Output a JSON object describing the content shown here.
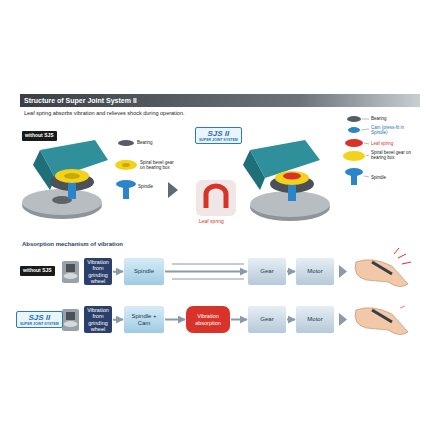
{
  "diagram": {
    "title": "Structure of Super Joint System II",
    "nodes": [
      {
        "text": [
          "without SJS"
        ]
      },
      {
        "text": [
          "SJS II",
          "SUPER JOINT SYSTEM"
        ]
      },
      {
        "text": [
          "without SJS"
        ]
      },
      {
        "text": [
          "Vibration from grinding wheel"
        ]
      },
      {
        "text": [
          "Spindle"
        ]
      },
      {
        "text": [
          "Gear"
        ]
      },
      {
        "text": [
          "Motor"
        ]
      },
      {
        "text": [
          "SJS II",
          "SUPER JOINT SYSTEM"
        ]
      },
      {
        "text": [
          "Vibration from grinding wheel"
        ]
      },
      {
        "text": [
          "Spindle + Cam"
        ]
      },
      {
        "text": [
          "Vibration absorption"
        ]
      },
      {
        "text": [
          "Gear"
        ]
      },
      {
        "text": [
          "Motor"
        ]
      }
    ],
    "edges": [
      {
        "from": 3,
        "to": 4,
        "arrow": "to"
      },
      {
        "from": 4,
        "to": 5,
        "arrow": "to"
      },
      {
        "from": 5,
        "to": 6,
        "arrow": "to"
      },
      {
        "from": 8,
        "to": 9,
        "arrow": "to"
      },
      {
        "from": 9,
        "to": 10,
        "arrow": "to"
      },
      {
        "from": 10,
        "to": 11,
        "arrow": "to"
      },
      {
        "from": 11,
        "to": 12,
        "arrow": "to"
      }
    ],
    "labels": [
      "Leaf spring absorbs vibration and relieves shock during operation.",
      "Bearing",
      "Spiral bevel gear on bearing box",
      "Spindle",
      "Leaf spring",
      "Bearing",
      "Cam (press-fit in Spindle)",
      "Leaf spring",
      "Spiral bevel gear on bearing box",
      "Spindle",
      "Absorption mechanism of vibration"
    ]
  }
}
